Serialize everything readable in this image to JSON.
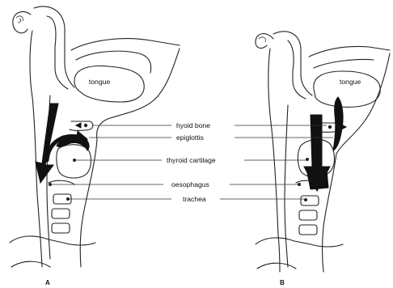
{
  "labels": {
    "tongue_a": "tongue",
    "tongue_b": "tongue",
    "hyoid": "hyoid bone",
    "epiglottis": "epiglottis",
    "thyroid": "thyroid cartilage",
    "oesophagus": "oesophagus",
    "trachea": "trachea"
  },
  "panels": {
    "a": "A",
    "b": "B"
  }
}
